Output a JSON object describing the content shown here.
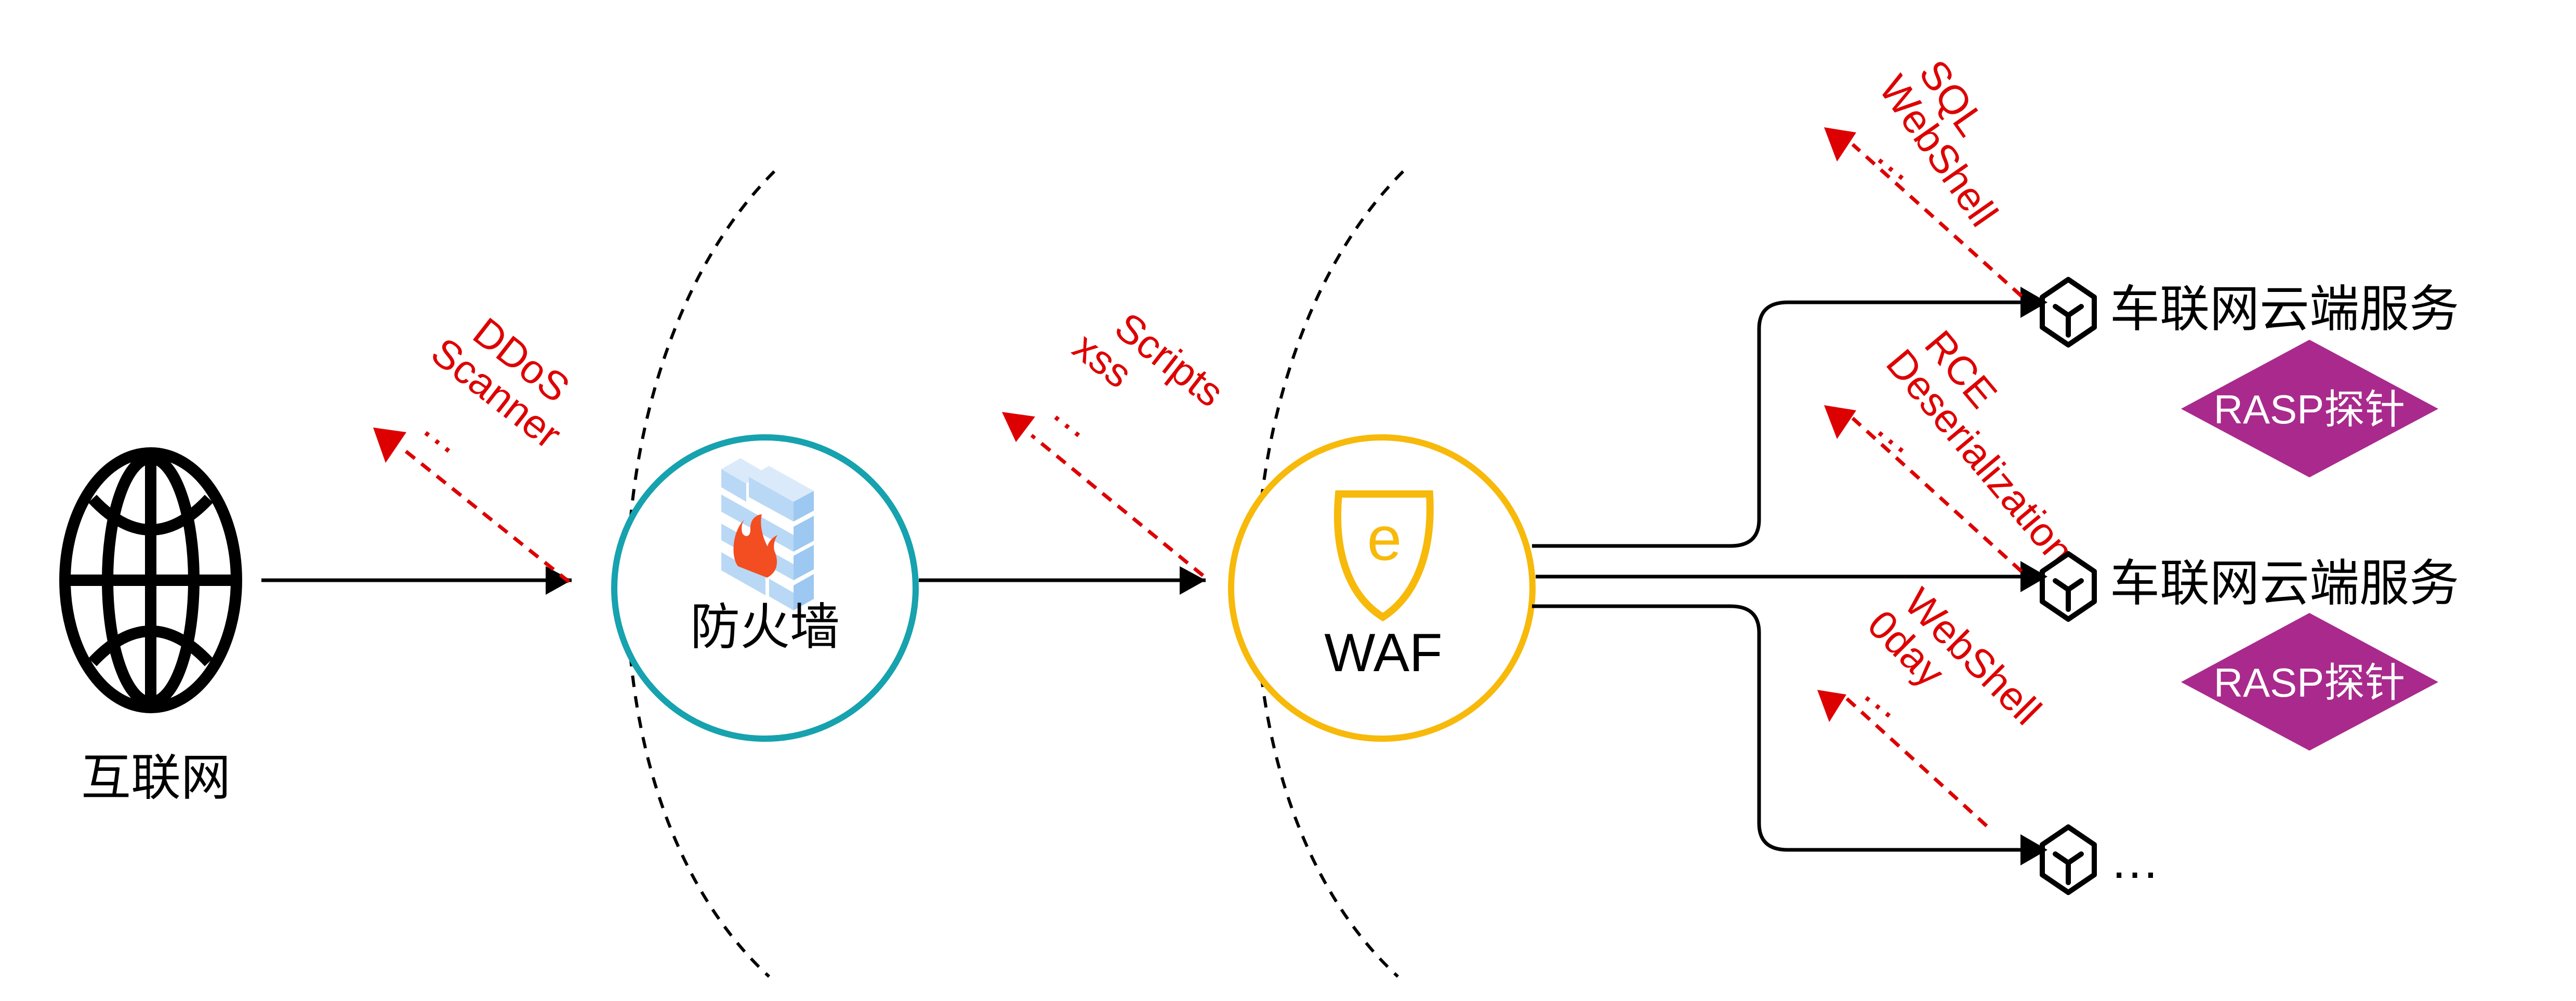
{
  "colors": {
    "line": "#000000",
    "threat": "#dd0000",
    "firewall_ring": "#16a2ae",
    "waf_ring": "#f7b90a",
    "rasp_fill": "#a92a8c",
    "rasp_text": "#ffffff",
    "flame": "#f24e22",
    "brick_light": "#dbeafb",
    "brick_mid": "#b9d8f5",
    "brick_dark": "#9cc8f1"
  },
  "nodes": {
    "internet": {
      "label": "互联网",
      "icon": "globe-icon"
    },
    "firewall": {
      "label": "防火墙",
      "icon": "firewall-brick-icon"
    },
    "waf": {
      "label": "WAF",
      "icon": "shield-e-icon",
      "icon_glyph": "e"
    }
  },
  "threats": {
    "internet_to_firewall": {
      "lines": [
        "DDoS",
        "Scanner"
      ],
      "more": "…"
    },
    "firewall_to_waf": {
      "lines": [
        "Scripts",
        "xss"
      ],
      "more": "…"
    },
    "service_1": {
      "lines": [
        "SQL",
        "WebShell"
      ],
      "more": "…"
    },
    "service_2": {
      "lines": [
        "RCE",
        "Deserialization"
      ],
      "more": "…"
    },
    "service_3": {
      "lines": [
        "WebShell",
        "0day"
      ],
      "more": "…"
    }
  },
  "services": [
    {
      "label": "车联网云端服务",
      "icon": "cube-icon",
      "probe": "RASP探针"
    },
    {
      "label": "车联网云端服务",
      "icon": "cube-icon",
      "probe": "RASP探针"
    },
    {
      "label": "…",
      "icon": "cube-icon"
    }
  ]
}
